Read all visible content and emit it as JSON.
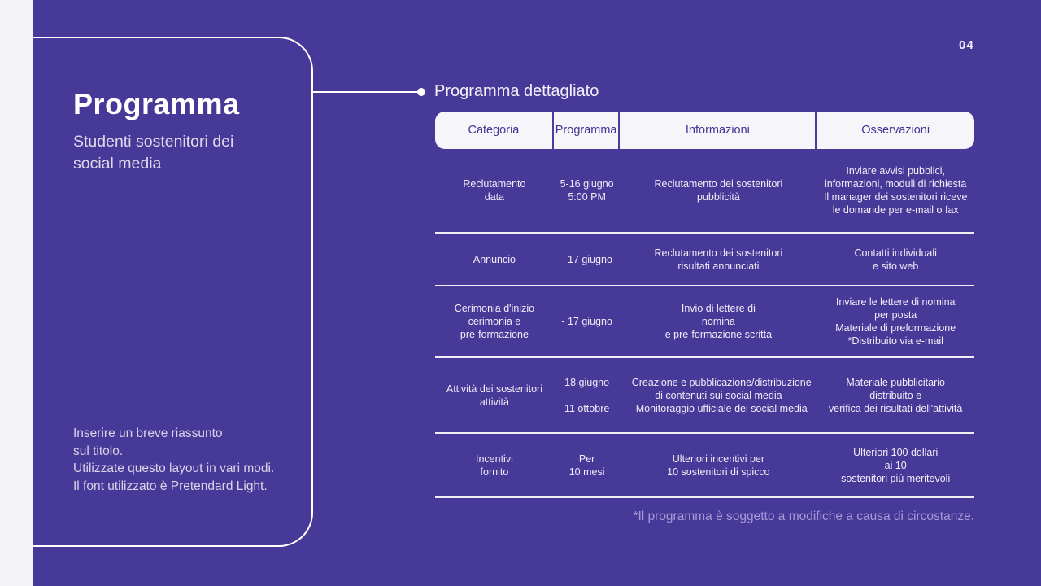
{
  "page": {
    "number": "04",
    "colors": {
      "background": "#473998",
      "left_strip": "#F4F3F5",
      "table_header_bg": "#F6F5FA",
      "table_header_text": "#3E3494",
      "body_text": "#EFEDF8",
      "footnote_text": "#A59CD7",
      "line_white": "#FFFFFF"
    }
  },
  "panel": {
    "title": "Programma",
    "subtitle": "Studenti sostenitori dei\nsocial media",
    "note": "Inserire un breve riassunto\nsul titolo.\nUtilizzate questo layout in vari modi.\nIl font utilizzato è Pretendard Light."
  },
  "main": {
    "heading": "Programma dettagliato",
    "table": {
      "columns": [
        "Categoria",
        "Programma",
        "Informazioni",
        "Osservazioni"
      ],
      "rows": [
        {
          "categoria": "Reclutamento\ndata",
          "programma": "5-16 giugno\n5:00 PM",
          "informazioni": "Reclutamento dei sostenitori\npubblicità",
          "osservazioni": "Inviare avvisi pubblici,\ninformazioni, moduli di richiesta\nIl manager dei sostenitori riceve\nle domande per e-mail o fax"
        },
        {
          "categoria": "Annuncio",
          "programma": "- 17 giugno",
          "informazioni": "Reclutamento dei sostenitori\nrisultati annunciati",
          "osservazioni": "Contatti individuali\ne sito web"
        },
        {
          "categoria": "Cerimonia d'inizio\ncerimonia e\npre-formazione",
          "programma": "- 17 giugno",
          "informazioni": "Invio di lettere di\nnomina\ne pre-formazione scritta",
          "osservazioni": "Inviare le lettere di nomina\nper posta\nMateriale di preformazione\n*Distribuito via e-mail"
        },
        {
          "categoria": "Attività dei sostenitori\nattività",
          "programma": "18 giugno\n-\n11 ottobre",
          "informazioni": "- Creazione e pubblicazione/distribuzione\ndi contenuti sui social media\n- Monitoraggio ufficiale dei social media",
          "osservazioni": "Materiale pubblicitario\ndistribuito e\nverifica dei risultati dell'attività"
        },
        {
          "categoria": "Incentivi\nfornito",
          "programma": "Per\n10 mesi",
          "informazioni": "Ulteriori incentivi per\n10 sostenitori di spicco",
          "osservazioni": "Ulteriori 100 dollari\nai 10\nsostenitori più meritevoli"
        }
      ]
    },
    "footnote": "*Il programma è soggetto a modifiche a causa di circostanze."
  }
}
